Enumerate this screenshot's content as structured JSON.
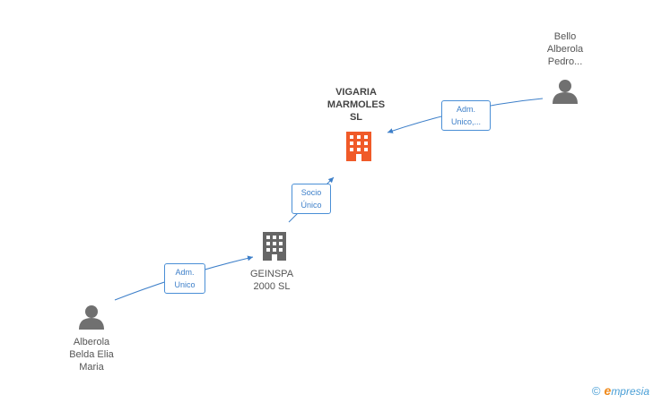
{
  "nodes": {
    "company_main": {
      "name": "VIGARIA\nMARMOLES\nSL",
      "color": "#f05a28"
    },
    "company_geinspa": {
      "name": "GEINSPA\n2000 SL",
      "color": "#666666"
    },
    "person_bello": {
      "name": "Bello\nAlberola\nPedro..."
    },
    "person_alberola": {
      "name": "Alberola\nBelda Elia\nMaria"
    }
  },
  "edges": {
    "bello_to_main": "Adm.\nUnico,...",
    "geinspa_to_main": "Socio\nÚnico",
    "alberola_to_geinspa": "Adm.\nUnico"
  },
  "colors": {
    "edge": "#3d7fc9",
    "person": "#707070"
  },
  "brand": {
    "copyright": "©",
    "name": "mpresia",
    "initial": "e"
  }
}
